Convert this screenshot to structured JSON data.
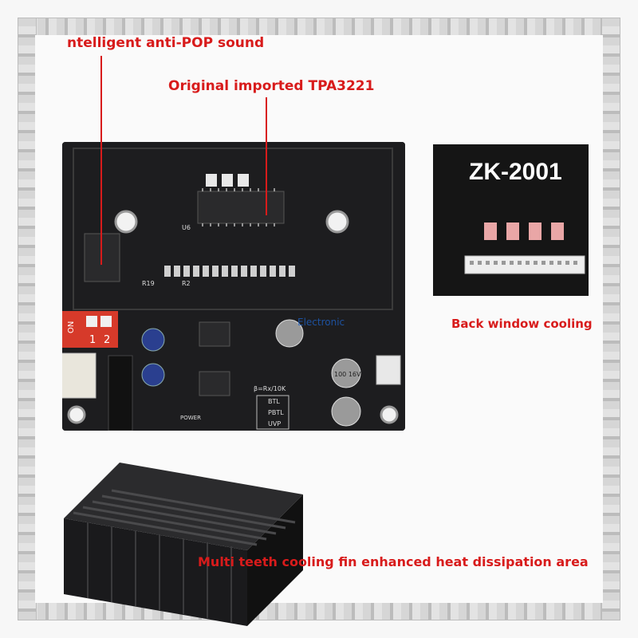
{
  "callouts": {
    "anti_pop": "ntelligent anti-POP sound",
    "chip": "Original imported TPA3221",
    "back_window": "Back window cooling",
    "heatsink": "Multi teeth cooling fin enhanced heat dissipation area"
  },
  "panel": {
    "model": "ZK-2001"
  },
  "board": {
    "switch_on": "ON",
    "switch_1": "1",
    "switch_2": "2",
    "cap_label": "100 16V",
    "legend_btl": "BTL",
    "legend_pbtl": "PBTL",
    "legend_uvp": "UVP",
    "formula": "β=Rx/10K",
    "power": "POWER",
    "ref_r19": "R19",
    "ref_r2": "R2",
    "ref_u6": "U6",
    "watermark": "Electronic"
  },
  "colors": {
    "callout_red": "#d81b1b",
    "board_black": "#1d1d1f",
    "dip_red": "#d63a2a",
    "cap_blue": "#2a3f8f",
    "cap_grey": "#9a9a9a"
  }
}
